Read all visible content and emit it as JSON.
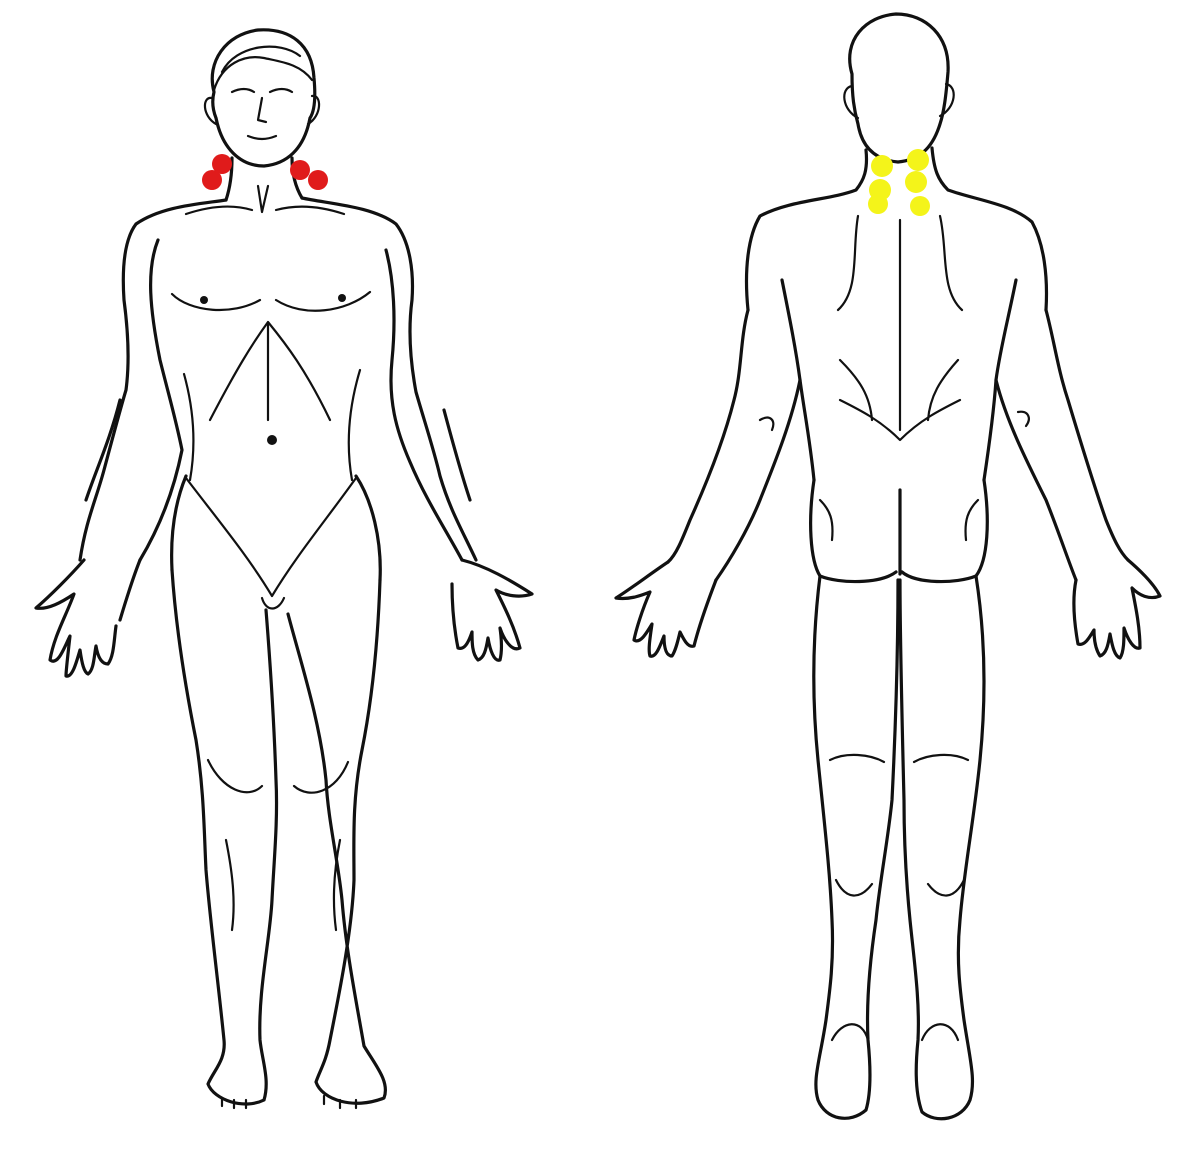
{
  "figures": [
    {
      "view": "anterior",
      "markers": {
        "color": "#e01b1b",
        "count": 4
      }
    },
    {
      "view": "posterior",
      "markers": {
        "color": "#f4f41a",
        "count": 6
      }
    }
  ],
  "colors": {
    "outline": "#111111",
    "background": "#ffffff"
  }
}
